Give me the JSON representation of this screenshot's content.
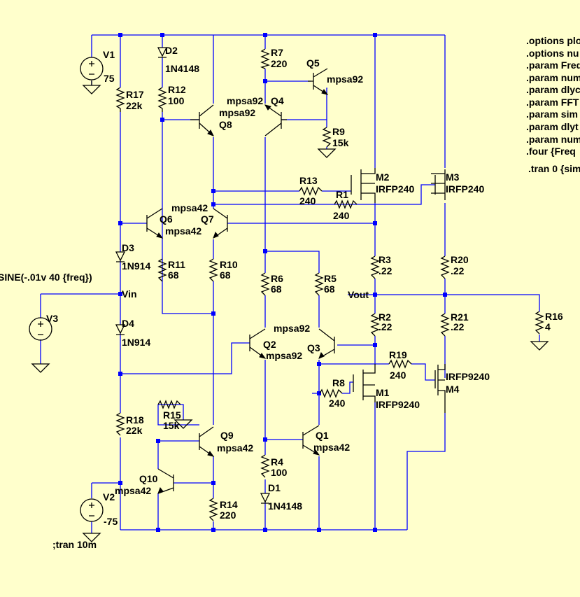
{
  "parts": {
    "V1": {
      "ref": "V1",
      "value": "75"
    },
    "V2": {
      "ref": "V2",
      "value": "-75"
    },
    "V3": {
      "ref": "V3",
      "value": "SINE(-.01v 40 {freq})"
    },
    "R1": {
      "ref": "R1",
      "value": "240"
    },
    "R2": {
      "ref": "R2",
      "value": ".22"
    },
    "R3": {
      "ref": "R3",
      "value": ".22"
    },
    "R4": {
      "ref": "R4",
      "value": "100"
    },
    "R5": {
      "ref": "R5",
      "value": "68"
    },
    "R6": {
      "ref": "R6",
      "value": "68"
    },
    "R7": {
      "ref": "R7",
      "value": "220"
    },
    "R8": {
      "ref": "R8",
      "value": "240"
    },
    "R9": {
      "ref": "R9",
      "value": "15k"
    },
    "R10": {
      "ref": "R10",
      "value": "68"
    },
    "R11": {
      "ref": "R11",
      "value": "68"
    },
    "R12": {
      "ref": "R12",
      "value": "100"
    },
    "R13": {
      "ref": "R13",
      "value": "240"
    },
    "R14": {
      "ref": "R14",
      "value": "220"
    },
    "R15": {
      "ref": "R15",
      "value": "15k"
    },
    "R16": {
      "ref": "R16",
      "value": "4"
    },
    "R17": {
      "ref": "R17",
      "value": "22k"
    },
    "R18": {
      "ref": "R18",
      "value": "22k"
    },
    "R19": {
      "ref": "R19",
      "value": "240"
    },
    "R20": {
      "ref": "R20",
      "value": ".22"
    },
    "R21": {
      "ref": "R21",
      "value": ".22"
    },
    "D1": {
      "ref": "D1",
      "value": "1N4148"
    },
    "D2": {
      "ref": "D2",
      "value": "1N4148"
    },
    "D3": {
      "ref": "D3",
      "value": "1N914"
    },
    "D4": {
      "ref": "D4",
      "value": "1N914"
    },
    "Q1": {
      "ref": "Q1",
      "value": "mpsa42"
    },
    "Q2": {
      "ref": "Q2",
      "value": "mpsa92"
    },
    "Q3": {
      "ref": "Q3",
      "value": "mpsa92"
    },
    "Q4": {
      "ref": "Q4",
      "value": "mpsa92"
    },
    "Q5": {
      "ref": "Q5",
      "value": "mpsa92"
    },
    "Q6": {
      "ref": "Q6",
      "value": "mpsa42"
    },
    "Q7": {
      "ref": "Q7",
      "value": "mpsa42"
    },
    "Q8": {
      "ref": "Q8",
      "value": "mpsa92"
    },
    "Q9": {
      "ref": "Q9",
      "value": "mpsa42"
    },
    "Q10": {
      "ref": "Q10",
      "value": "mpsa42"
    },
    "M1": {
      "ref": "M1",
      "value": "IRFP9240"
    },
    "M2": {
      "ref": "M2",
      "value": "IRFP240"
    },
    "M3": {
      "ref": "M3",
      "value": "IRFP240"
    },
    "M4": {
      "ref": "M4",
      "value": "IRFP9240"
    }
  },
  "nets": {
    "vin": "Vin",
    "vout": "Vout"
  },
  "directives": [
    ".options plo",
    ".options nu",
    ".param Freq",
    ".param num",
    ".param dlyc",
    ".param FFT",
    ".param sim",
    ".param dlyt",
    ".param num",
    ".four {Freq",
    ".tran 0 {sim"
  ],
  "comment": ";tran 10m",
  "colors": {
    "background": "#ffffcc",
    "wire": "#0000ff",
    "component": "#000000"
  }
}
